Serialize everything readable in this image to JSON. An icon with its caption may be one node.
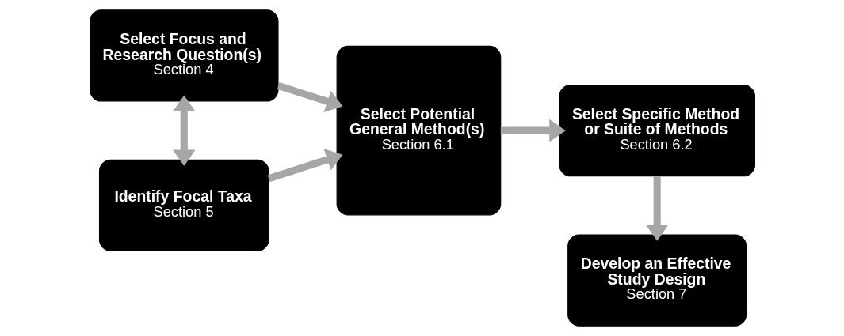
{
  "diagram": {
    "nodes": [
      {
        "text": [
          "Select Focus and Research Question(s)",
          "Section 4"
        ]
      },
      {
        "text": [
          "Identify Focal Taxa",
          "Section 5"
        ]
      },
      {
        "text": [
          "Select Potential General Method(s)",
          "Section 6.1"
        ]
      },
      {
        "text": [
          "Select Specific Method or Suite of Methods",
          "Section 6.2"
        ]
      },
      {
        "text": [
          "Develop an Effective Study Design",
          "Section 7"
        ]
      }
    ],
    "edges": [
      {
        "from": 0,
        "to": 2,
        "arrow": "to"
      },
      {
        "from": 0,
        "to": 1,
        "arrow": "both"
      },
      {
        "from": 1,
        "to": 2,
        "arrow": "to"
      },
      {
        "from": 2,
        "to": 3,
        "arrow": "to"
      },
      {
        "from": 3,
        "to": 4,
        "arrow": "to"
      }
    ]
  }
}
